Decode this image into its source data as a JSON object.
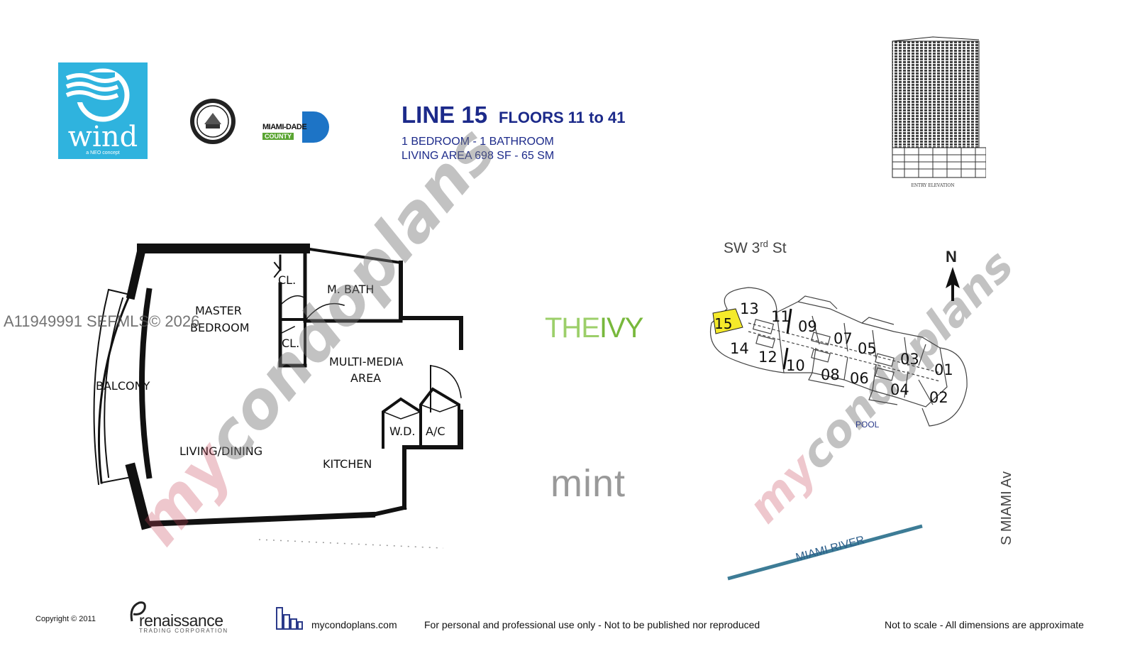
{
  "logos": {
    "wind": {
      "name": "wind",
      "tagline": "a NEO concept",
      "color": "#2fb3de"
    },
    "city_seal_icon": "city-of-miami-seal-icon",
    "miami_dade": {
      "top": "MIAMI-DADE",
      "county": "COUNTY",
      "accent": "#1d74c6",
      "green": "#5aa532"
    },
    "ivy": {
      "the": "THE",
      "ivy": "IVY"
    },
    "mint": "mint",
    "renaissance": {
      "name": "renaissance",
      "sub": "TRADING CORPORATION"
    }
  },
  "title": {
    "line": "LINE 15",
    "floors": "FLOORS 11 to 41",
    "bedrooms": "1 BEDROOM - 1 BATHROOM",
    "living_area": "LIVING AREA  698 SF - 65 SM",
    "color": "#1c2a8a"
  },
  "elevation_label": "ENTRY ELEVATION",
  "floorplan": {
    "rooms": {
      "closet1": "CL.",
      "master_bath": "M. BATH",
      "master_bedroom_1": "MASTER",
      "master_bedroom_2": "BEDROOM",
      "closet2": "CL.",
      "multimedia_1": "MULTI-MEDIA",
      "multimedia_2": "AREA",
      "balcony": "BALCONY",
      "wd": "W.D.",
      "ac": "A/C",
      "living_dining": "LIVING/DINING",
      "kitchen": "KITCHEN"
    }
  },
  "watermarks": {
    "mls": "A11949991  SEFMLS© 2026",
    "brand_my": "my",
    "brand_rest": "condoplans"
  },
  "siteplan": {
    "street_north": "SW 3",
    "street_north_sup": "rd",
    "street_north_suffix": " St",
    "north": "N",
    "units": [
      "13",
      "11",
      "15",
      "09",
      "07",
      "14",
      "12",
      "05",
      "10",
      "03",
      "08",
      "06",
      "01",
      "04",
      "02"
    ],
    "highlight_unit": "15",
    "highlight_color": "#f5ea2a",
    "pool": "POOL",
    "river": "MIAMI RIVER",
    "river_color": "#3d7c96",
    "street_east": "S MIAMI Av"
  },
  "footer": {
    "copyright": "Copyright  ©   2011",
    "site": "mycondoplans.com",
    "use_note": "For personal and professional use only - Not to be published nor reproduced",
    "scale_note": "Not to scale - All dimensions are approximate"
  }
}
